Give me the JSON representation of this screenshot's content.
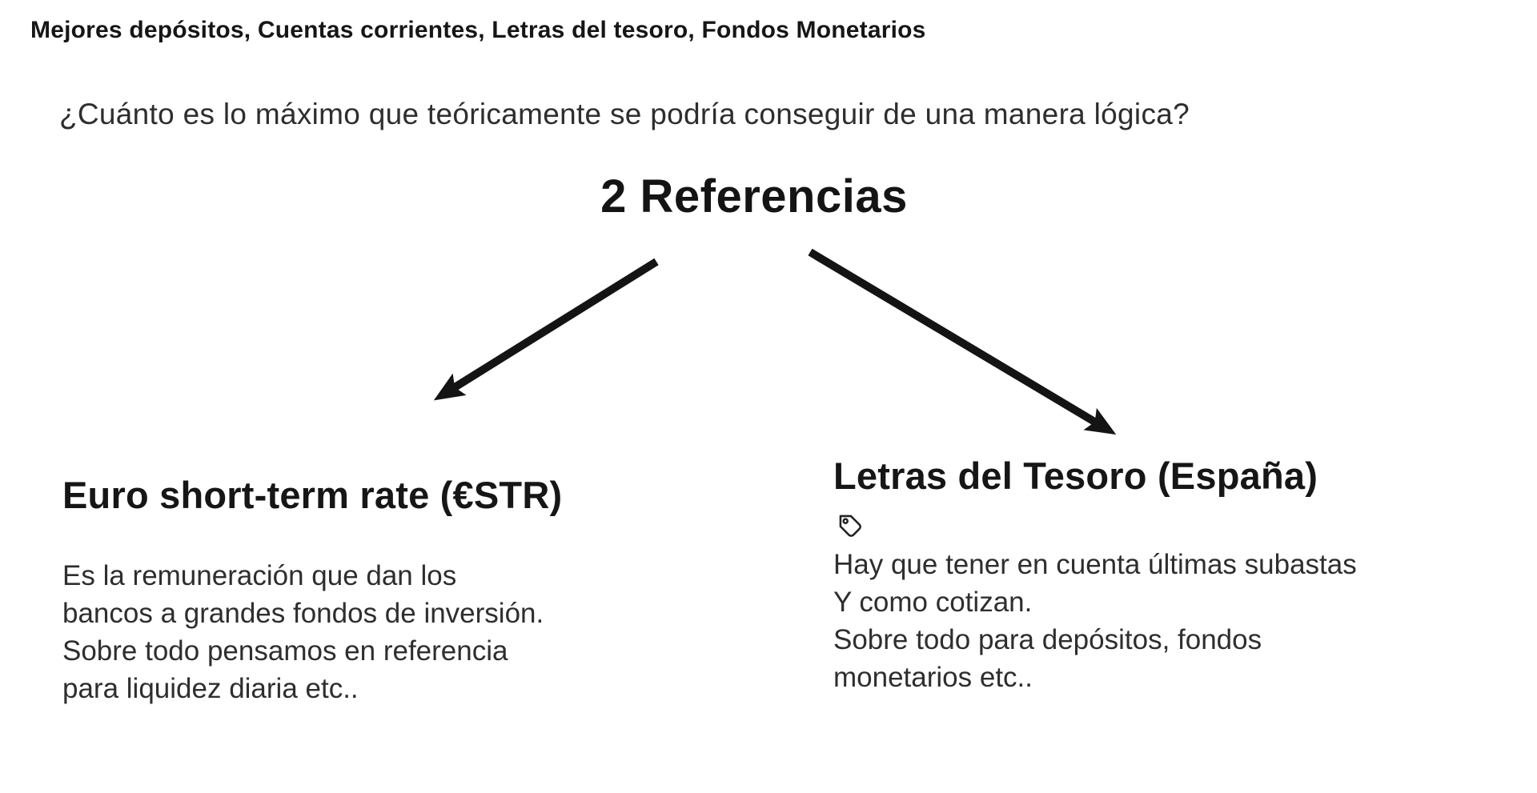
{
  "page": {
    "title": "Mejores depósitos, Cuentas corrientes, Letras del tesoro, Fondos Monetarios",
    "question": "¿Cuánto es lo máximo que teóricamente se podría conseguir de una manera lógica?"
  },
  "diagram": {
    "root_label": "2 Referencias",
    "branches": [
      {
        "heading": "Euro short-term rate (€STR)",
        "icon": null,
        "body_lines": [
          "Es la remuneración que dan los",
          "bancos a grandes fondos de inversión.",
          "Sobre todo pensamos en referencia",
          "para liquidez diaria etc.."
        ]
      },
      {
        "heading": "Letras del Tesoro (España)",
        "icon": "tag-icon",
        "body_lines": [
          "Hay que tener en cuenta últimas subastas",
          "Y como cotizan.",
          "Sobre todo para depósitos, fondos",
          "monetarios etc.."
        ]
      }
    ]
  },
  "colors": {
    "background": "#ffffff",
    "heading_text": "#161616",
    "body_text": "#2e2e2e",
    "arrow": "#141414"
  }
}
